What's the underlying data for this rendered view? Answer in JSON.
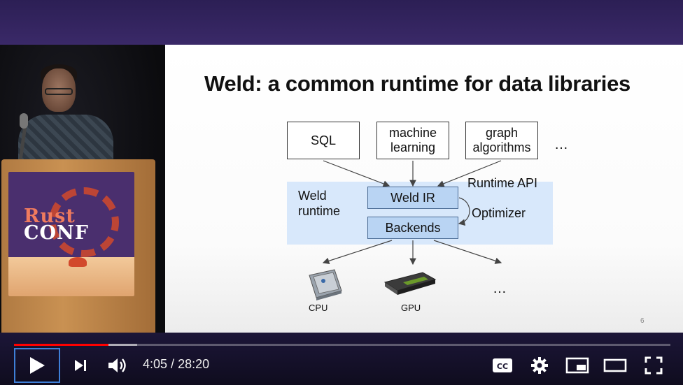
{
  "slide": {
    "title": "Weld: a common runtime for data libraries",
    "sources": [
      "SQL",
      "machine\nlearning",
      "graph\nalgorithms"
    ],
    "sources_more": "…",
    "runtime_label": "Weld\nruntime",
    "runtime_api": "Runtime API",
    "weld_ir": "Weld IR",
    "optimizer": "Optimizer",
    "backends": "Backends",
    "targets": [
      "CPU",
      "GPU"
    ],
    "targets_more": "…",
    "page_number": "6"
  },
  "player": {
    "current_time": "4:05",
    "separator": " / ",
    "duration": "28:20",
    "progress_fraction": 0.144,
    "buffered_fraction": 0.188,
    "accent": "#ff0000"
  },
  "podium_logo": {
    "line1": "Rust",
    "line2": "CONF"
  },
  "icons": [
    "play-icon",
    "next-icon",
    "volume-icon",
    "captions-icon",
    "settings-icon",
    "miniplayer-icon",
    "theater-icon",
    "fullscreen-icon"
  ]
}
